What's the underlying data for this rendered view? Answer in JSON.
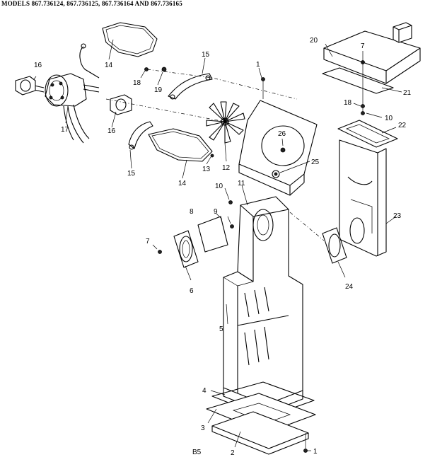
{
  "title": "MODELS 867.736124, 867.736125, 867.736164 AND 867.736165",
  "page_code": "B5",
  "callouts": {
    "c1_top": "1",
    "c1_bottom": "1",
    "c2": "2",
    "c3": "3",
    "c4": "4",
    "c5": "5",
    "c6": "6",
    "c7_left": "7",
    "c7_right": "7",
    "c8": "8",
    "c9": "9",
    "c10_left": "10",
    "c10_right": "10",
    "c11": "11",
    "c12": "12",
    "c13": "13",
    "c14_top": "14",
    "c14_bottom": "14",
    "c15_top": "15",
    "c15_bottom": "15",
    "c16_left": "16",
    "c16_mid": "16",
    "c17": "17",
    "c18_left": "18",
    "c18_right": "18",
    "c19": "19",
    "c20": "20",
    "c21": "21",
    "c22": "22",
    "c23": "23",
    "c24": "24",
    "c25": "25",
    "c26": "26"
  }
}
